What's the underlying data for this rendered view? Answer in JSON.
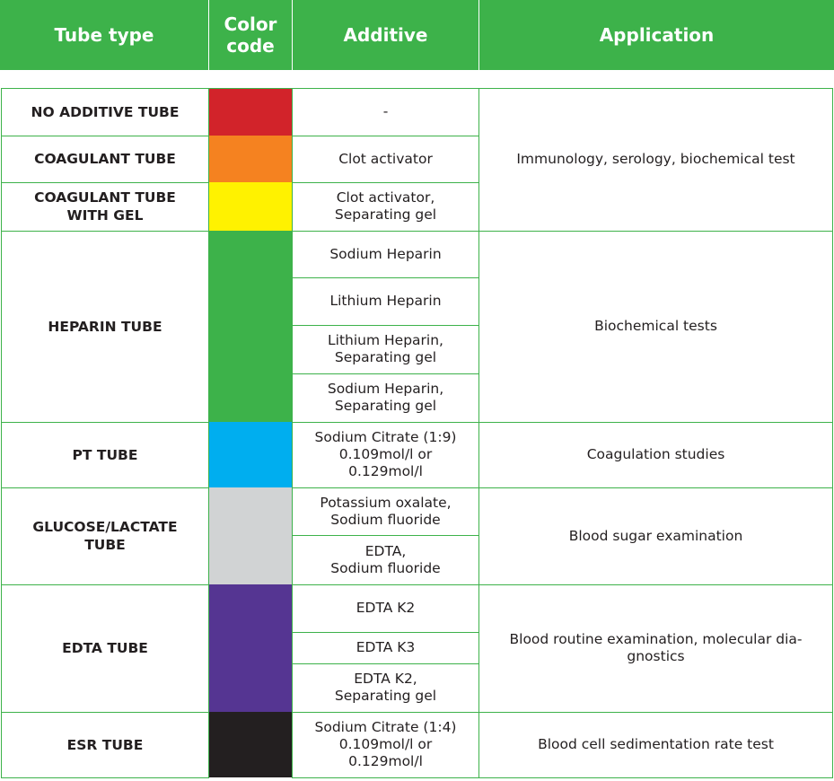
{
  "header": {
    "tube_type": "Tube type",
    "color_code": "Color\ncode",
    "additive": "Additive",
    "application": "Application"
  },
  "colors": {
    "brand_green": "#3db24a",
    "red": "#d2232a",
    "orange": "#f58220",
    "yellow": "#fff200",
    "green": "#3db24a",
    "blue": "#00aeef",
    "gray": "#d1d3d4",
    "purple": "#553592",
    "black": "#231f20"
  },
  "tubes": [
    {
      "type": "NO ADDITIVE TUBE",
      "color": "red",
      "additives": [
        "-"
      ],
      "application_group": "serum"
    },
    {
      "type": "COAGULANT TUBE",
      "color": "orange",
      "additives": [
        "Clot activator"
      ],
      "application_group": "serum"
    },
    {
      "type": "COAGULANT TUBE\nWITH GEL",
      "color": "yellow",
      "additives": [
        "Clot activator,\nSeparating gel"
      ],
      "application_group": "serum"
    },
    {
      "type": "HEPARIN TUBE",
      "color": "green",
      "additives": [
        "Sodium Heparin",
        "Lithium Heparin",
        "Lithium Heparin,\nSeparating gel",
        "Sodium Heparin,\nSeparating gel"
      ],
      "application_group": "heparin"
    },
    {
      "type": "PT TUBE",
      "color": "blue",
      "additives": [
        "Sodium Citrate (1:9)\n0.109mol/l or\n0.129mol/l"
      ],
      "application_group": "pt"
    },
    {
      "type": "GLUCOSE/LACTATE\nTUBE",
      "color": "gray",
      "additives": [
        "Potassium oxalate,\nSodium fluoride",
        "EDTA,\nSodium fluoride"
      ],
      "application_group": "glucose"
    },
    {
      "type": "EDTA TUBE",
      "color": "purple",
      "additives": [
        "EDTA K2",
        "EDTA K3",
        "EDTA K2,\nSeparating gel"
      ],
      "application_group": "edta"
    },
    {
      "type": "ESR TUBE",
      "color": "black",
      "additives": [
        "Sodium Citrate (1:4)\n0.109mol/l or\n0.129mol/l"
      ],
      "application_group": "esr"
    }
  ],
  "applications": {
    "serum": "Immunology, serology, biochemical test",
    "heparin": "Biochemical tests",
    "pt": "Coagulation studies",
    "glucose": "Blood sugar examination",
    "edta": "Blood routine examination, molecular dia-\ngnostics",
    "esr": "Blood cell sedimentation rate test"
  }
}
